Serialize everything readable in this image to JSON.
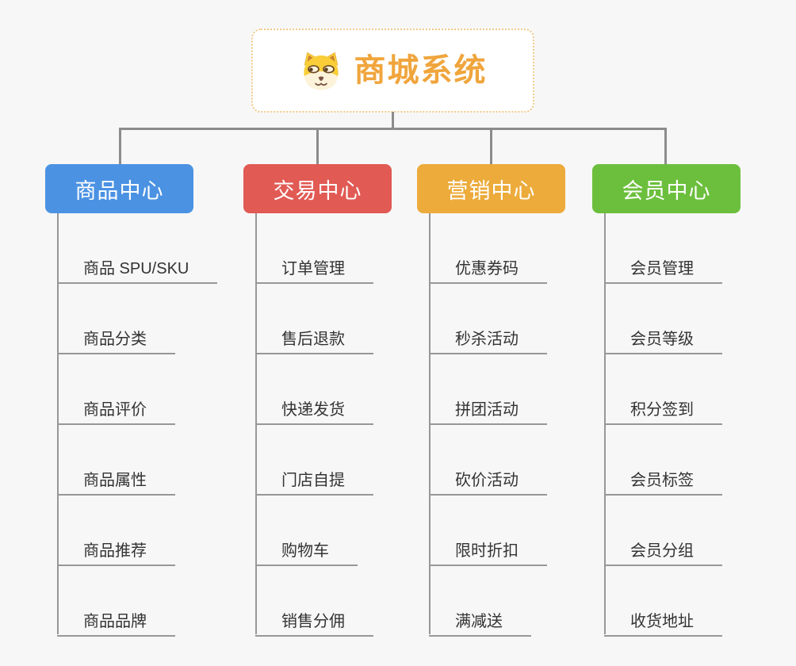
{
  "page": {
    "background": "#f7f7f7",
    "connector_color": "#8c8c8c",
    "underline_color": "#979797"
  },
  "root": {
    "title": "商城系统",
    "icon": "dog-face-icon",
    "text_color": "#f0a53c",
    "border_color": "#f2c987"
  },
  "branches": [
    {
      "label": "商品中心",
      "color": "#4b92e3",
      "children": [
        "商品 SPU/SKU",
        "商品分类",
        "商品评价",
        "商品属性",
        "商品推荐",
        "商品品牌"
      ]
    },
    {
      "label": "交易中心",
      "color": "#e15a54",
      "children": [
        "订单管理",
        "售后退款",
        "快递发货",
        "门店自提",
        "购物车",
        "销售分佣"
      ]
    },
    {
      "label": "营销中心",
      "color": "#ecab3b",
      "children": [
        "优惠券码",
        "秒杀活动",
        "拼团活动",
        "砍价活动",
        "限时折扣",
        "满减送"
      ]
    },
    {
      "label": "会员中心",
      "color": "#6cbf3d",
      "children": [
        "会员管理",
        "会员等级",
        "积分签到",
        "会员标签",
        "会员分组",
        "收货地址"
      ]
    }
  ]
}
